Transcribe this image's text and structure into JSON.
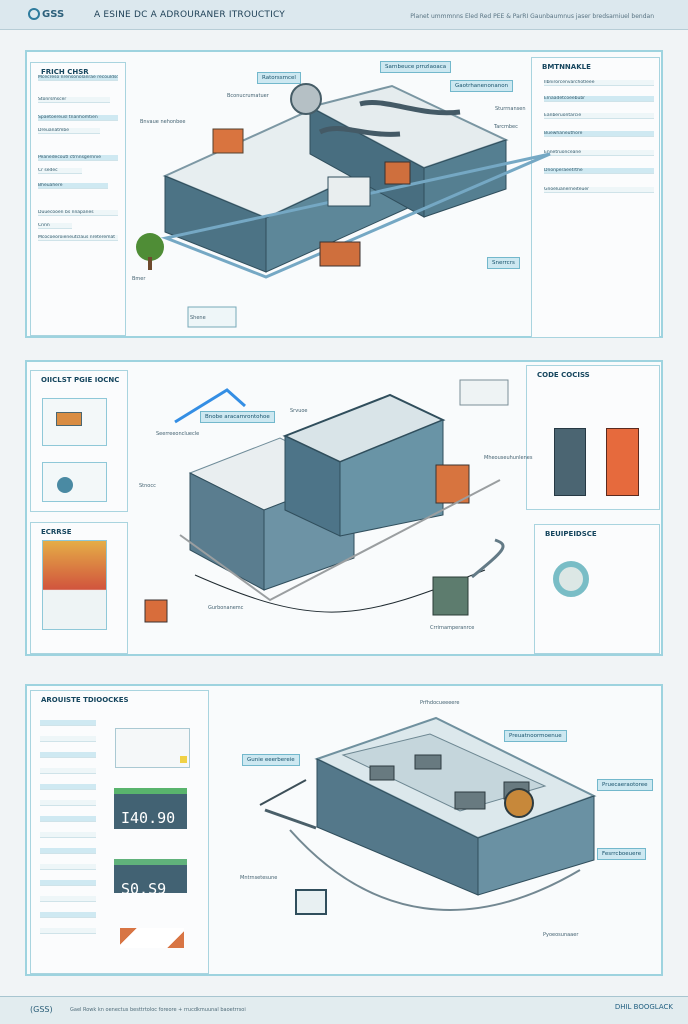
{
  "header": {
    "logo_text": "GSS",
    "title": "A ESINE DC A ADROURANER ITROUCTICY",
    "meta": "Planet ummmnns Eled Red PEE & ParRI Gaunbaumnus jaser bredsamiuel bendan"
  },
  "sections": {
    "top_left": "FRICH CHSR",
    "top_right": "BMTNNAKLE",
    "middle_left": "OIICLST PGIE IOCNC",
    "middle_right_top": "CODE COCISS",
    "middle_left_bottom": "ECRRSE",
    "middle_right_bottom": "BEUIPEIDSCE",
    "bottom_left": "AROUISTE TDIOOCKES"
  },
  "top_left_rows": [
    "Mcecreso nrensonolanrae recouldsd",
    "Stonrsmscer",
    "Spaetoereusl tnanhomtien",
    "Dreuanatmbe",
    "Peanedecoutl ctrnnsgernnie",
    "Cr sedec",
    "Bheuahere",
    "Duuecooen bs nnapanes",
    "Cnnn",
    "Mcocoeoroieneutclaus nreteremat"
  ],
  "top_right_rows": [
    "Ilbnirorcenvarchotleee",
    "Elnaadetcoeebubr",
    "Eanberuontarcie",
    "Buewhaneuthore",
    "Ennetruonceane",
    "Dnonperaeetrthe",
    "Gnoeluanerneiteuer"
  ],
  "labels": {
    "top_1": "Ratorssmcel",
    "top_2": "Sarnbeuce prnzlaoaca",
    "top_3": "Gaotrhanenonanon",
    "top_4": "Snerrcrs",
    "top_5": "Bconucrumatuer",
    "top_6": "Bnvaue nehonbee",
    "top_7": "Sturrnansen",
    "top_8": "Tarcmbec",
    "top_9": "Bmer",
    "top_10": "Shene",
    "middle_1": "Bnobe aracamrontohoe",
    "middle_2": "Srvuoe",
    "middle_3": "Seerreeoncluecle",
    "middle_4": "Stnocc",
    "middle_5": "Mheouseuhunlenes",
    "middle_6": "Gurbonanemc",
    "middle_7": "Crrirnamperanrce",
    "bottom_1": "Gunie eeerbereie",
    "bottom_2": "Preuatnoormoenue",
    "bottom_3": "Pruecaeraotoree",
    "bottom_4": "Fesrrcboeuere",
    "bottom_5": "Mntrnsetesune",
    "bottom_6": "Prfhdocueeeere",
    "bottom_7": "Pyoeosunaaer"
  },
  "values": {
    "card_1": "I40.90",
    "card_2": "S0.S9"
  },
  "footer": {
    "logo": "(GSS)",
    "text": "Gael Rowk kn oenectus besttrtoloc foreore + rrucdkmuunal baoetrrsoi",
    "brand": "DHIL BOOGLACK"
  }
}
